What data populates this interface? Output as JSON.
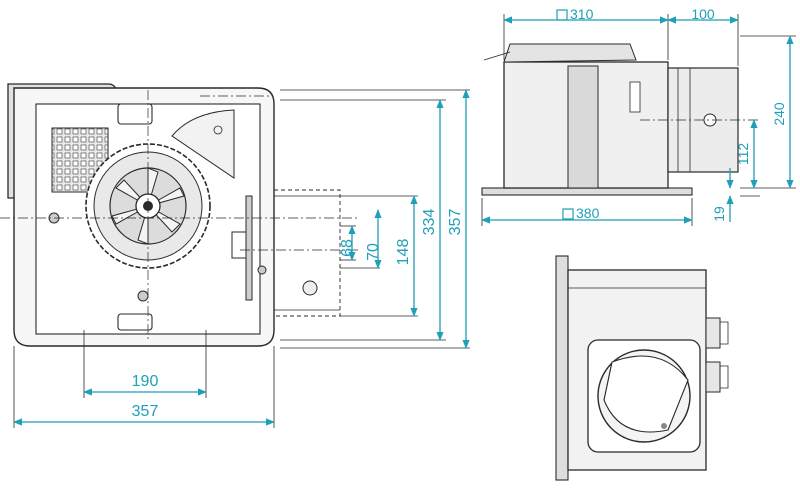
{
  "top_view": {
    "dims": {
      "d68": "68",
      "d70": "70",
      "d148": "148",
      "d334": "334",
      "d357_right": "357",
      "d190": "190",
      "d357_bottom": "357"
    }
  },
  "side_view": {
    "dims": {
      "d310": "310",
      "d100": "100",
      "d240": "240",
      "d112": "112",
      "d19": "19",
      "d380": "380"
    },
    "square_symbol": "□"
  },
  "colors": {
    "dimension": "#1f9fb8",
    "ink": "#2a2a2a",
    "housing_fill": "#e6e6e6",
    "body_fill": "#efefef"
  },
  "icons": [
    "fan-wheel-icon",
    "square-dimension-symbol-icon"
  ]
}
